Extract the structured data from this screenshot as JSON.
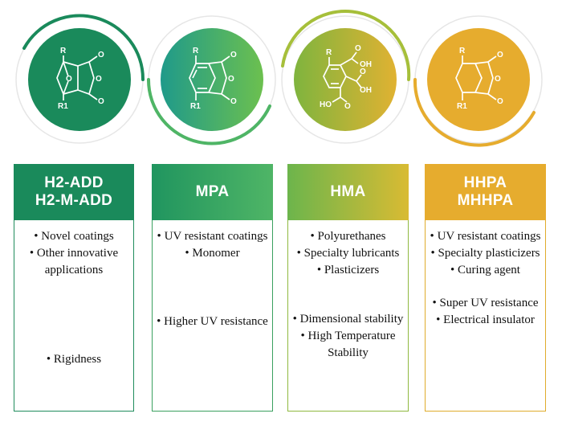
{
  "colors": {
    "dark_green": "#1a8a5b",
    "green": "#4fb566",
    "yellow_green": "#a6bf3a",
    "gold": "#e6ac2e",
    "ring_grey": "#e3e3e3"
  },
  "molecules": [
    {
      "name": "norbornane-anhydride-structure",
      "labels": {
        "r": "R",
        "r1": "R1",
        "o": "O"
      }
    },
    {
      "name": "phthalic-anhydride-structure",
      "labels": {
        "r": "R",
        "r1": "R1",
        "o": "O"
      }
    },
    {
      "name": "tricarboxylic-acid-structure",
      "labels": {
        "r": "R",
        "oh1": "OH",
        "oh2": "OH",
        "ho": "HO",
        "o": "O"
      }
    },
    {
      "name": "hexahydrophthalic-anhydride-structure",
      "labels": {
        "r": "R",
        "r1": "R1",
        "o": "O"
      }
    }
  ],
  "cards": [
    {
      "title_lines": [
        "H2-ADD",
        "H2-M-ADD"
      ],
      "applications": [
        "Novel coatings",
        "Other innovative applications"
      ],
      "properties": [
        "Rigidness"
      ]
    },
    {
      "title_lines": [
        "MPA"
      ],
      "applications": [
        "UV resistant coatings",
        "Monomer"
      ],
      "properties": [
        "Higher UV resistance"
      ]
    },
    {
      "title_lines": [
        "HMA"
      ],
      "applications": [
        "Polyurethanes",
        "Specialty lubricants",
        "Plasticizers"
      ],
      "properties": [
        "Dimensional stability",
        "High Temperature Stability"
      ]
    },
    {
      "title_lines": [
        "HHPA",
        "MHHPA"
      ],
      "applications": [
        "UV resistant coatings",
        "Specialty plasticizers",
        "Curing agent"
      ],
      "properties": [
        "Super UV resistance",
        "Electrical insulator"
      ]
    }
  ]
}
